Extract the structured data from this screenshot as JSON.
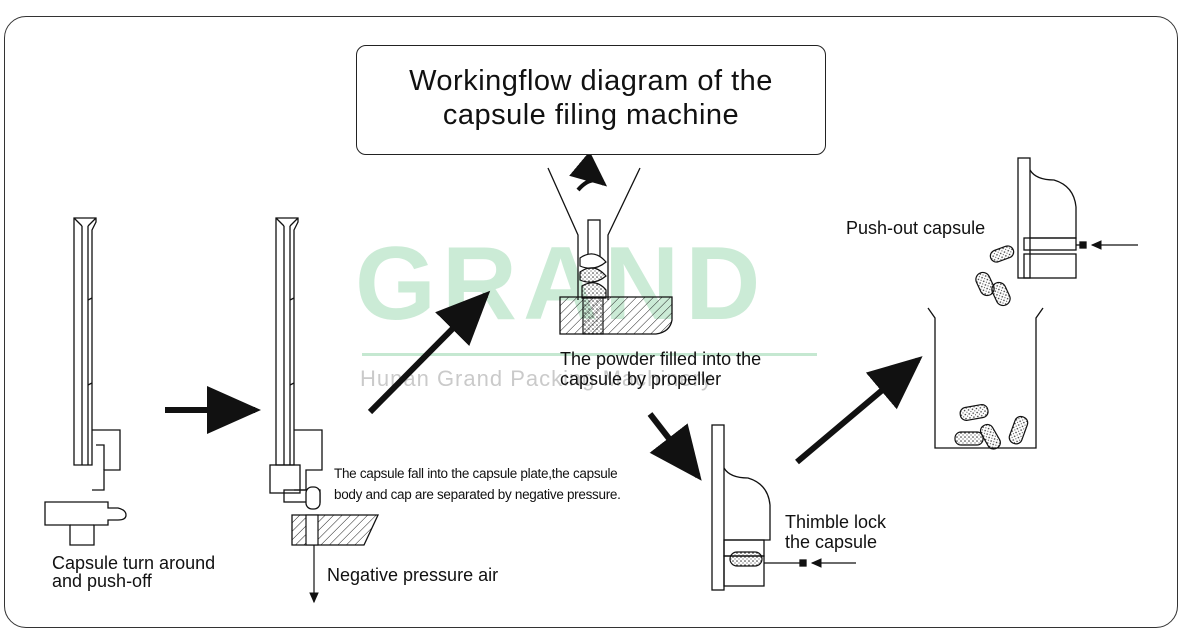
{
  "diagram": {
    "title": "Workingflow diagram of the\ncapsule filing machine",
    "watermark": {
      "logo": "GRAND",
      "subtitle": "Hunan Grand Packing Machinery",
      "color": "#8ed3a5"
    },
    "steps": [
      {
        "id": "step1",
        "label": "Capsule turn around\nand push-off"
      },
      {
        "id": "step2",
        "label": "The capsule fall into the capsule plate,the capsule\nbody and cap are separated by negative pressure.",
        "sublabel": "Negative pressure air"
      },
      {
        "id": "step3",
        "label": "The powder filled into the\ncapsule by propeller"
      },
      {
        "id": "step4",
        "label": "Thimble lock\nthe capsule"
      },
      {
        "id": "step5",
        "label": "Push-out capsule"
      }
    ]
  }
}
